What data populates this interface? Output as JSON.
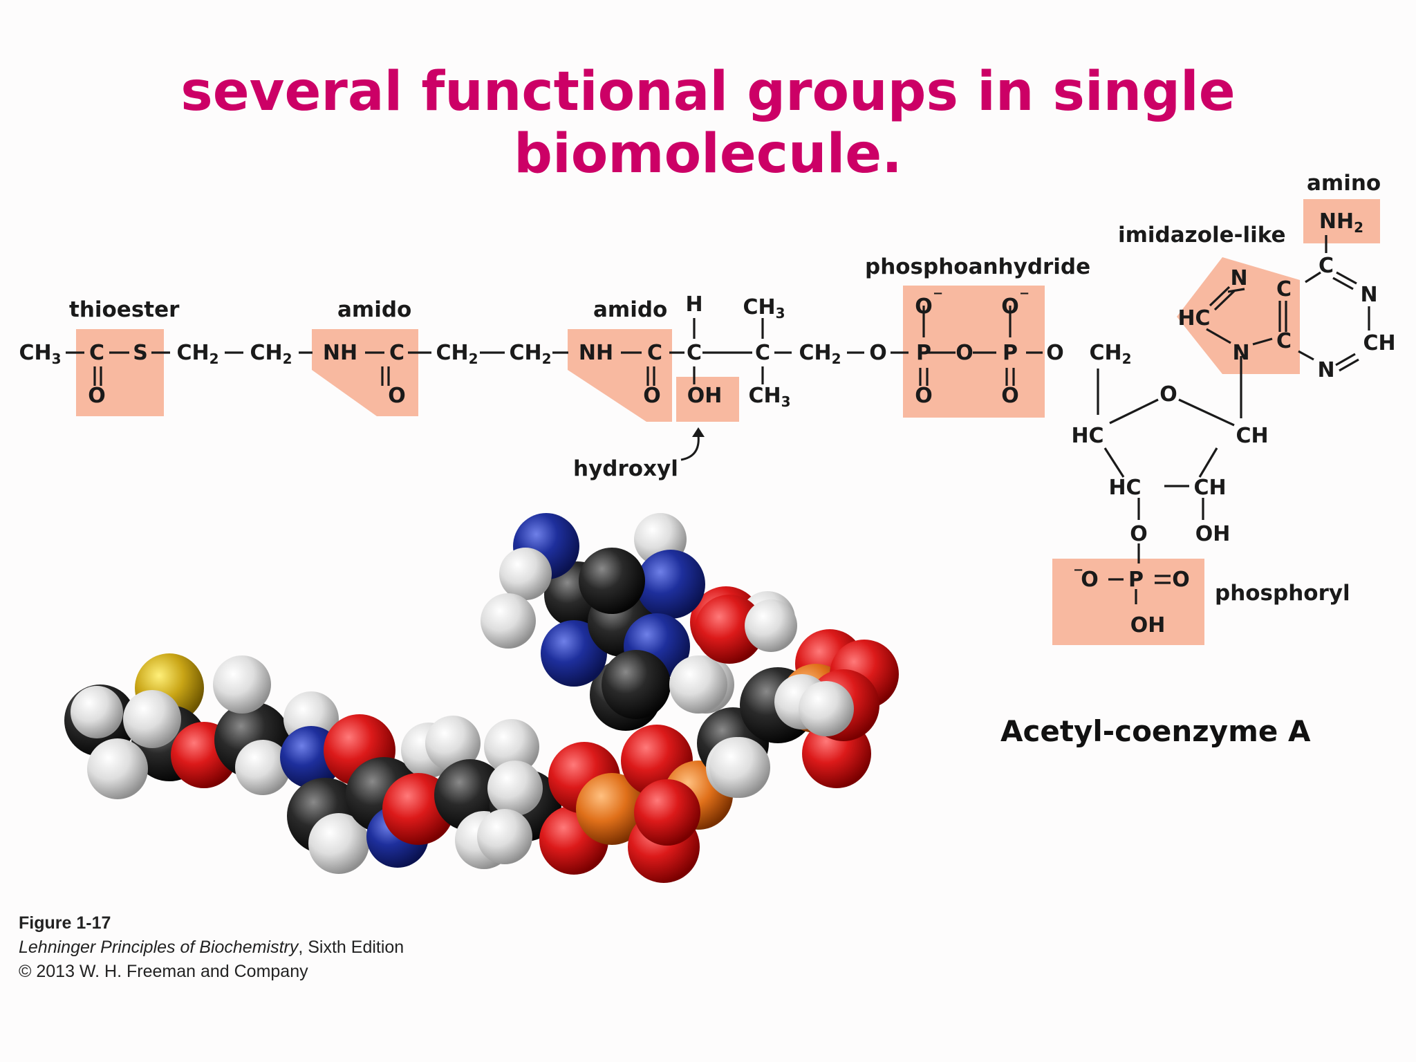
{
  "title": "several functional groups in single biomolecule.",
  "molecule_name": "Acetyl-coenzyme A",
  "groups": {
    "thioester": "thioester",
    "amido1": "amido",
    "amido2": "amido",
    "hydroxyl": "hydroxyl",
    "phosphoanhydride": "phosphoanhydride",
    "imidazole": "imidazole-like",
    "amino": "amino",
    "phosphoryl": "phosphoryl"
  },
  "caption": {
    "figure": "Figure 1-17",
    "book": "Lehninger Principles of Biochemistry",
    "edition": ", Sixth Edition",
    "copyright": "© 2013 W. H. Freeman and Company"
  },
  "colors": {
    "title": "#cc0066",
    "highlight": "#f8b9a0",
    "carbon": "#1a1a1a",
    "hydrogen": "#e6e6e6",
    "oxygen": "#d21a1a",
    "nitrogen": "#1e2f9c",
    "sulfur": "#c9a516",
    "phosphorus": "#e0701a"
  }
}
